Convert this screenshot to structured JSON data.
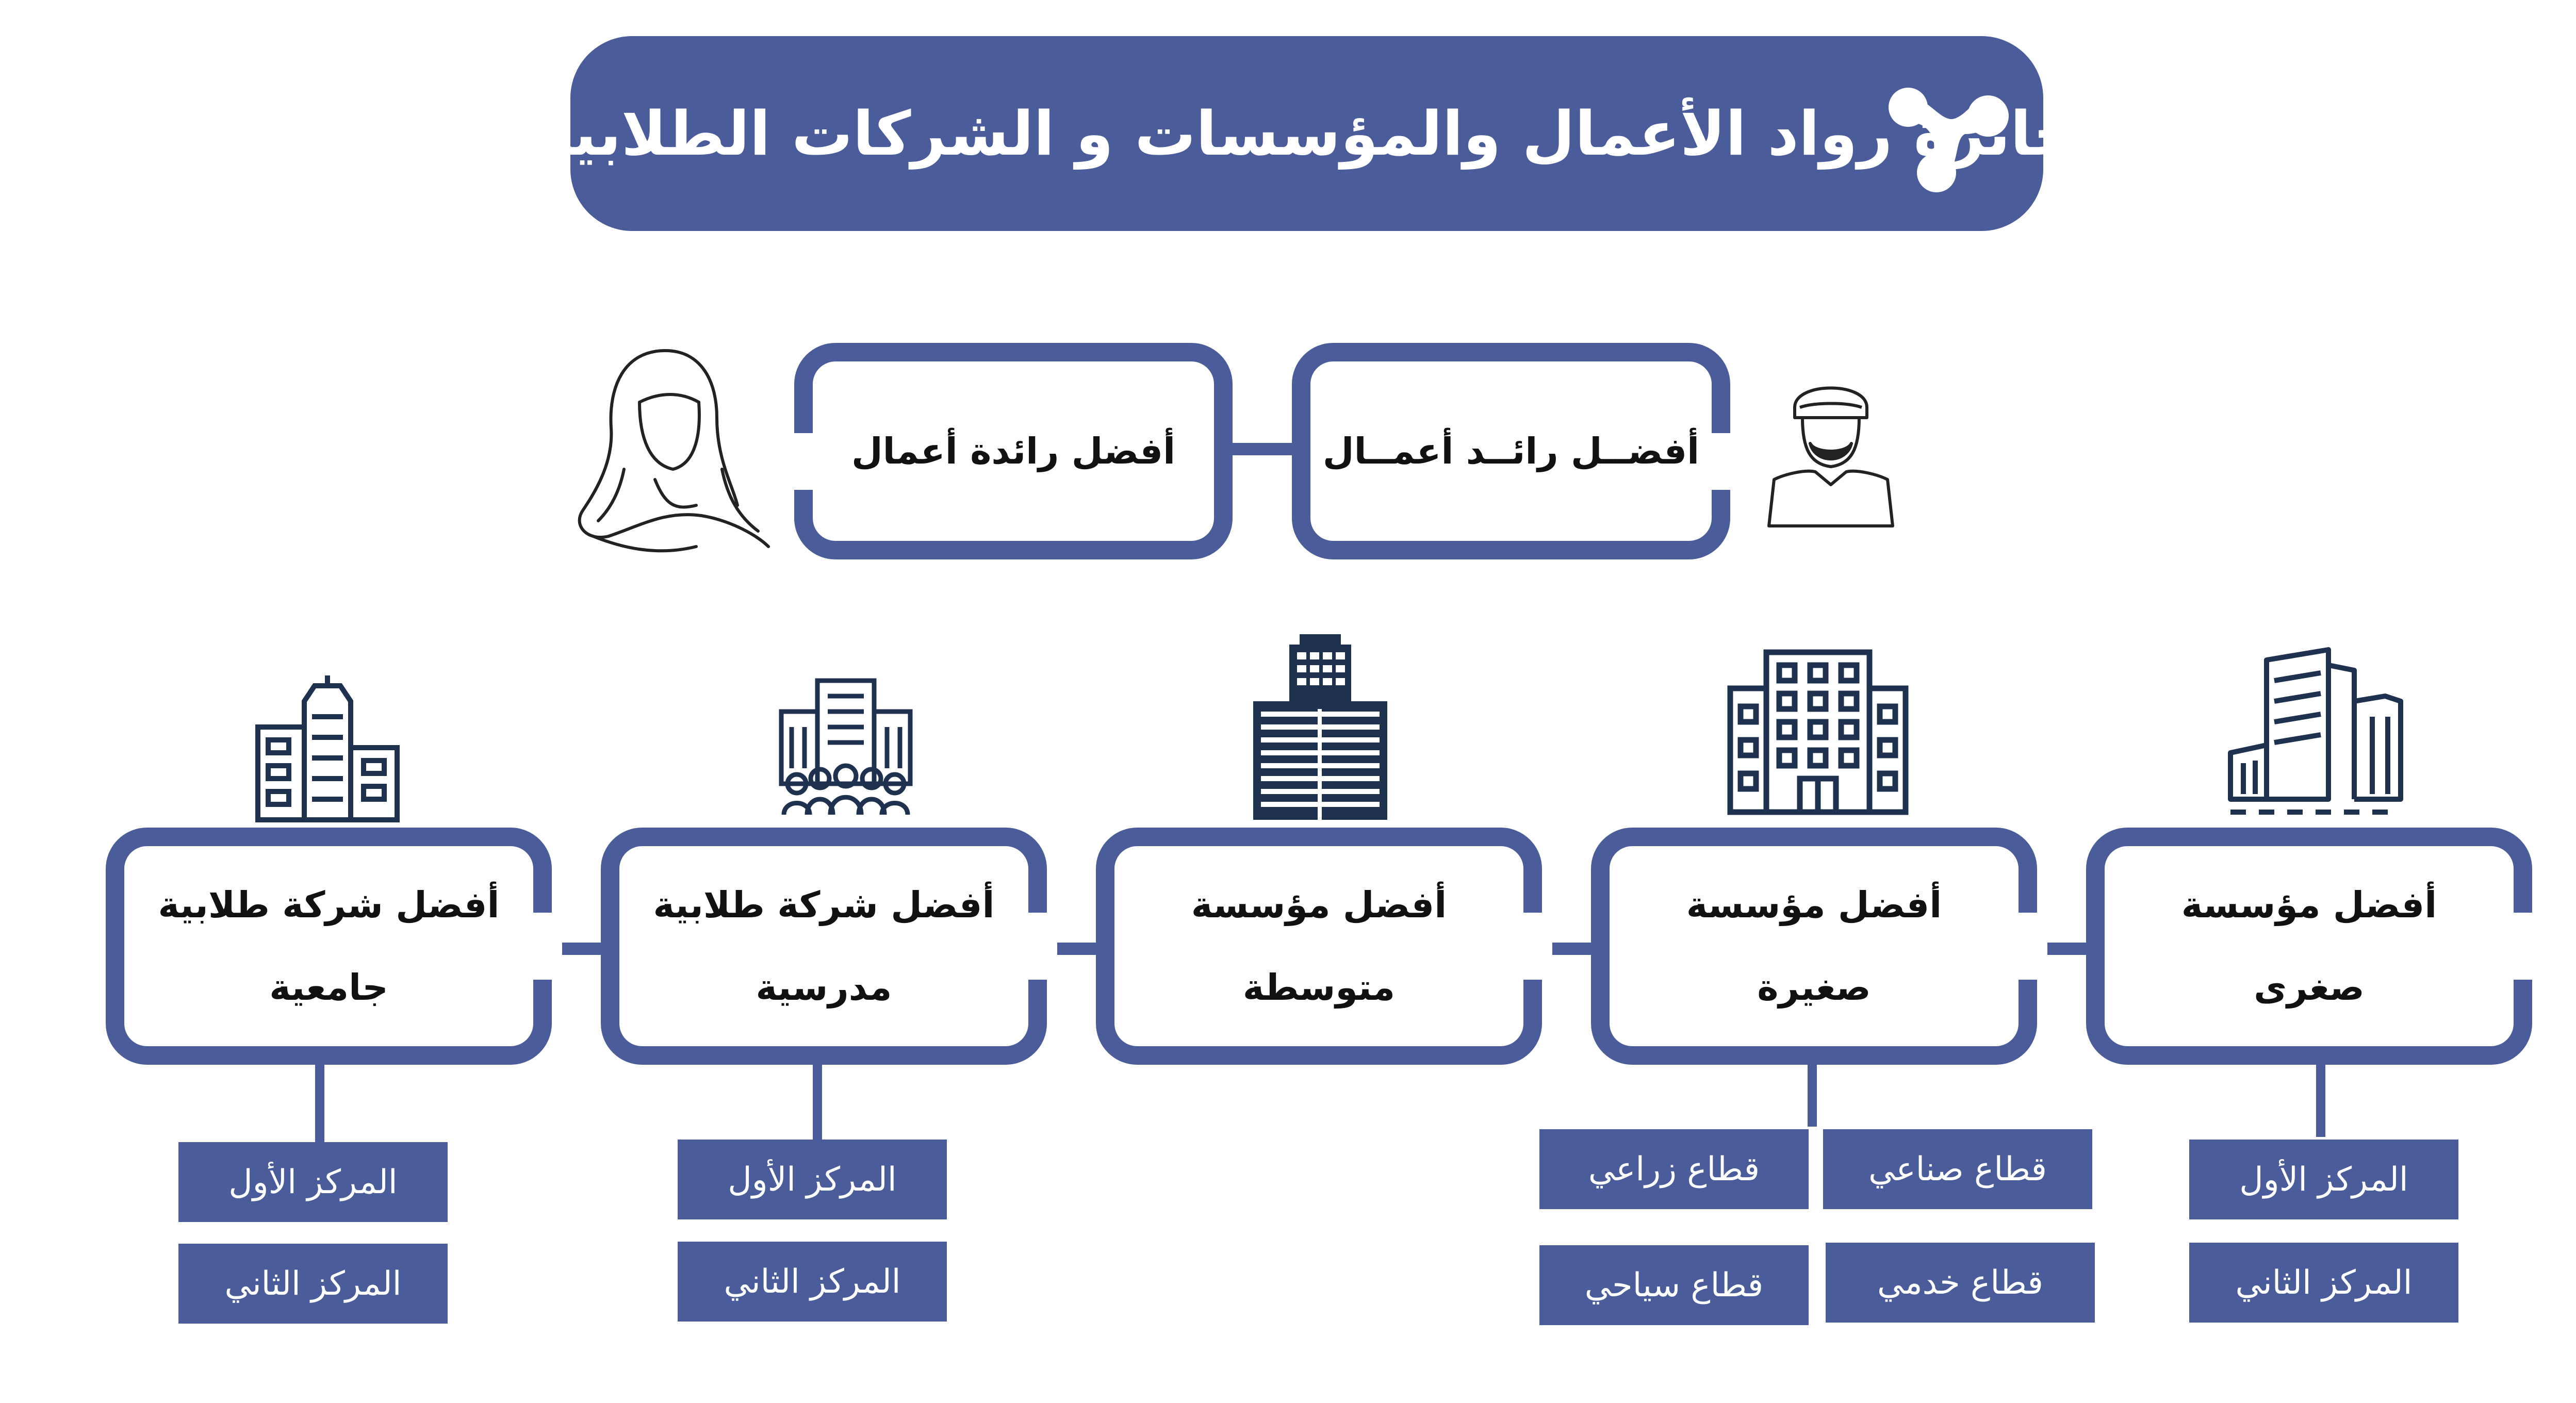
{
  "colors": {
    "brand": "#4A5D9A",
    "tag": "#4A5D9A",
    "box_border": "#4A5D9A",
    "icon_stroke": "#1E3250",
    "text": "#111111"
  },
  "header": {
    "title": "جائزة رواد الأعمال والمؤسسات و الشركات الطلابية",
    "logo_icon": "molecule-logo-icon"
  },
  "entrepreneurs": {
    "male_label": "أفضــل رائــد أعمــال",
    "female_label": "أفضل رائدة أعمال",
    "male_icon": "man-icon",
    "female_icon": "woman-icon"
  },
  "categories": [
    {
      "line1": "أفضل مؤسسة",
      "line2": "صغرى",
      "icon": "buildings-icon"
    },
    {
      "line1": "أفضل مؤسسة",
      "line2": "صغيرة",
      "icon": "office-building-icon"
    },
    {
      "line1": "أفضل مؤسسة",
      "line2": "متوسطة",
      "icon": "skyscraper-icon"
    },
    {
      "line1": "أفضل شركة طلابية",
      "line2": "مدرسية",
      "icon": "school-building-icon"
    },
    {
      "line1": "أفضل شركة طلابية",
      "line2": "جامعية",
      "icon": "university-building-icon"
    }
  ],
  "prizes": {
    "micro": [
      "المركز الأول",
      "المركز الثاني"
    ],
    "small": [
      "قطاع صناعي",
      "قطاع زراعي",
      "قطاع خدمي",
      "قطاع سياحي"
    ],
    "school": [
      "المركز الأول",
      "المركز الثاني"
    ],
    "university": [
      "المركز الأول",
      "المركز الثاني"
    ]
  }
}
